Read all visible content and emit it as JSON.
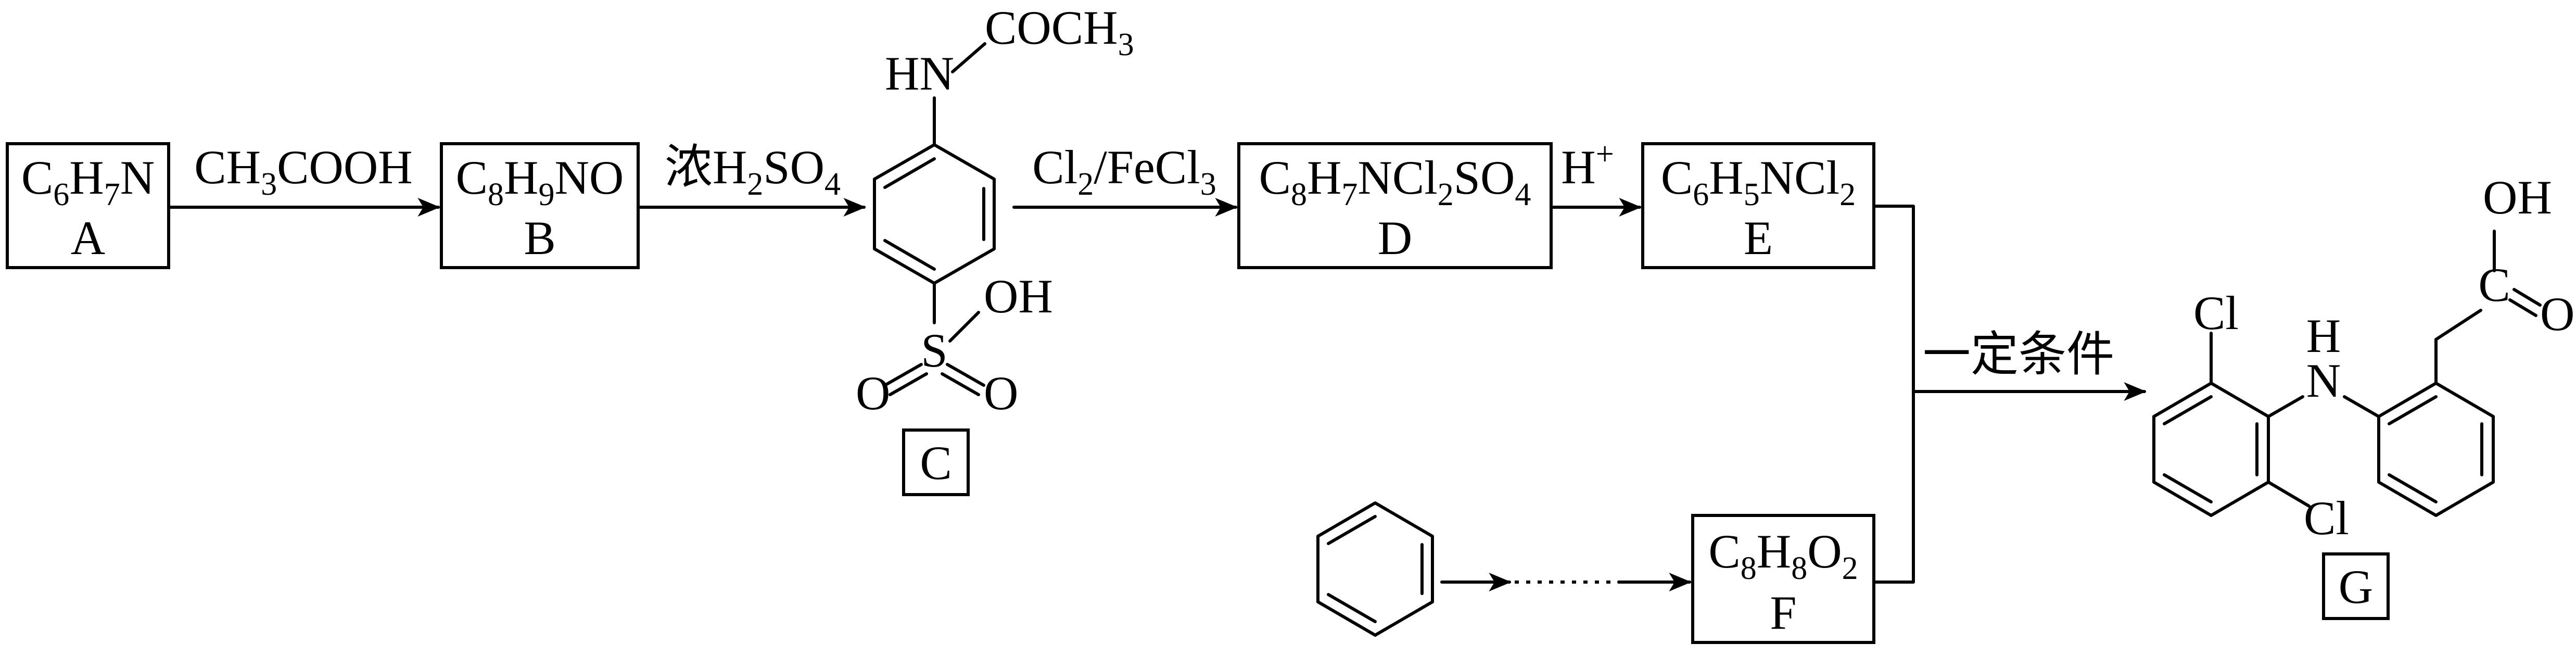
{
  "compounds": {
    "A": {
      "sym": "C",
      "s1": "6",
      "mid": "H",
      "s2": "7",
      "tail": "N",
      "label": "A"
    },
    "B": {
      "sym": "C",
      "s1": "8",
      "mid": "H",
      "s2": "9",
      "tail": "NO",
      "label": "B"
    },
    "C": {
      "label": "C",
      "amide": "HN",
      "acyl": "COCH",
      "acyl_sub": "3",
      "sulfur": "S",
      "oh": "OH",
      "o1": "O",
      "o2": "O"
    },
    "D": {
      "p1": "C",
      "s1": "8",
      "p2": "H",
      "s2": "7",
      "p3": "NCl",
      "s3": "2",
      "p4": "SO",
      "s4": "4",
      "label": "D"
    },
    "E": {
      "p1": "C",
      "s1": "6",
      "p2": "H",
      "s2": "5",
      "p3": "NCl",
      "s3": "2",
      "label": "E"
    },
    "F": {
      "p1": "C",
      "s1": "8",
      "p2": "H",
      "s2": "8",
      "p3": "O",
      "s3": "2",
      "label": "F"
    },
    "G": {
      "label": "G",
      "cl_top": "Cl",
      "cl_bottom": "Cl",
      "nh_h": "H",
      "nh_n": "N",
      "oh": "OH",
      "c": "C",
      "o": "O"
    }
  },
  "conditions": {
    "a_to_b": {
      "p1": "CH",
      "s1": "3",
      "p2": "COOH"
    },
    "b_to_c": {
      "p1": "浓H",
      "s1": "2",
      "p2": "SO",
      "s2": "4"
    },
    "c_to_d": {
      "p1": "Cl",
      "s1": "2",
      "p2": "/FeCl",
      "s2": "3"
    },
    "d_to_e": {
      "p1": "H",
      "sup": "+"
    },
    "to_g": "一定条件"
  }
}
